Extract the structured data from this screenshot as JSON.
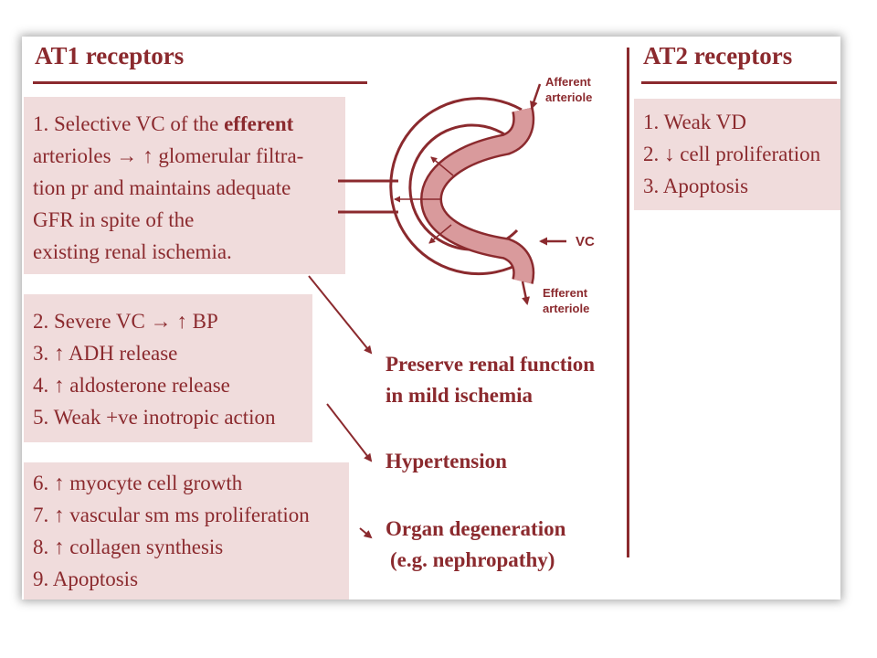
{
  "colors": {
    "accent": "#8b2a2e",
    "box_fill": "#f0dcdc"
  },
  "at1": {
    "heading": "AT1 receptors",
    "box1": [
      {
        "pre": "1. Selective VC of the ",
        "bold": "efferent"
      },
      {
        "pre": "arterioles → ↑ glomerular filtra-"
      },
      {
        "pre": "tion pr and maintains adequate"
      },
      {
        "pre": "GFR in spite of the"
      },
      {
        "pre": "existing renal ischemia."
      }
    ],
    "box2": [
      "2. Severe VC → ↑ BP",
      "3. ↑ ADH release",
      "4. ↑ aldosterone release",
      "5. Weak +ve inotropic action"
    ],
    "box3": [
      "6. ↑ myocyte cell growth",
      "7. ↑ vascular sm ms proliferation",
      "8. ↑ collagen synthesis",
      "9. Apoptosis"
    ]
  },
  "outcomes": {
    "o1_line1": "Preserve renal function",
    "o1_line2": "in mild ischemia",
    "o2": "Hypertension",
    "o3_line1": "Organ degeneration",
    "o3_line2": "(e.g. nephropathy)"
  },
  "diagram_labels": {
    "afferent_1": "Afferent",
    "afferent_2": "arteriole",
    "vc": "VC",
    "efferent_1": "Efferent",
    "efferent_2": "arteriole"
  },
  "at2": {
    "heading": "AT2 receptors",
    "items": [
      "1. Weak VD",
      "2. ↓ cell proliferation",
      "3. Apoptosis"
    ]
  }
}
